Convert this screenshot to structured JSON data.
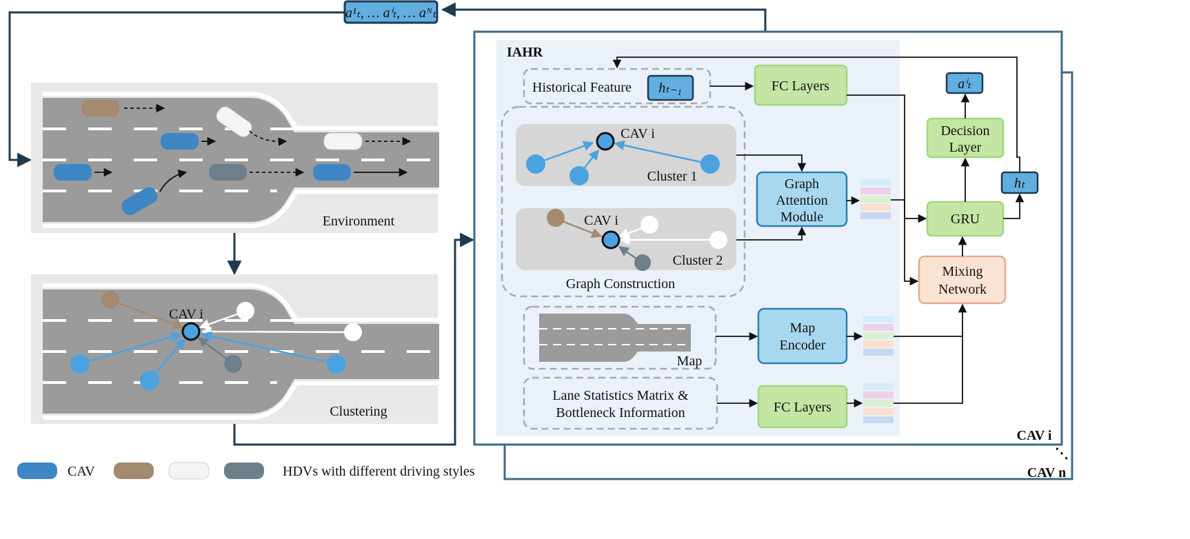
{
  "actions_label": "a¹ₜ, … aⁱₜ, … aᴺₜ",
  "environment": {
    "label": "Environment"
  },
  "clustering": {
    "label": "Clustering",
    "cav_label": "CAV i"
  },
  "iahr": {
    "title": "IAHR",
    "historical_feature": "Historical Feature",
    "h_prev": "hₜ₋₁",
    "fc_layers_top": "FC Layers",
    "cluster1": {
      "cav": "CAV i",
      "label": "Cluster 1"
    },
    "cluster2": {
      "cav": "CAV i",
      "label": "Cluster 2"
    },
    "graph_construction": "Graph Construction",
    "gat": [
      "Graph",
      "Attention",
      "Module"
    ],
    "map": "Map",
    "map_encoder": [
      "Map",
      "Encoder"
    ],
    "lane_stats": [
      "Lane Statistics Matrix &",
      "Bottleneck Information"
    ],
    "fc_layers_bottom": "FC Layers",
    "mixing": [
      "Mixing",
      "Network"
    ],
    "gru": "GRU",
    "decision": [
      "Decision",
      "Layer"
    ],
    "action": "aⁱₜ",
    "h_t": "hₜ"
  },
  "cav_i_label": "CAV i",
  "cav_n_label": "CAV n",
  "legend": {
    "cav": "CAV",
    "hdv": "HDVs with different driving styles"
  },
  "colors": {
    "cav": "#3f86c4",
    "hdv_brown": "#a48a6e",
    "hdv_white": "#f4f4f4",
    "hdv_gray": "#6e7f8c",
    "green": "#c3e6a5",
    "blue": "#a8d8f0",
    "peach": "#fbe3d3",
    "panel": "#eaf1f9"
  }
}
